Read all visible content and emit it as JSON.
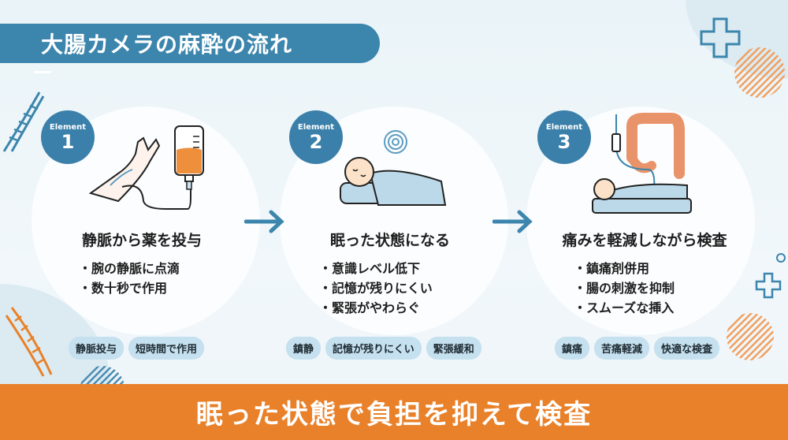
{
  "title": "大腸カメラの麻酔の流れ",
  "steps": [
    {
      "badge_label": "Element",
      "badge_number": "1",
      "title": "静脈から薬を投与",
      "bullets": [
        "腕の静脈に点滴",
        "数十秒で作用"
      ],
      "tags": [
        "静脈投与",
        "短時間で作用"
      ]
    },
    {
      "badge_label": "Element",
      "badge_number": "2",
      "title": "眠った状態になる",
      "bullets": [
        "意識レベル低下",
        "記憶が残りにくい",
        "緊張がやわらぐ"
      ],
      "tags": [
        "鎮静",
        "記憶が残りにくい",
        "緊張緩和"
      ]
    },
    {
      "badge_label": "Element",
      "badge_number": "3",
      "title": "痛みを軽減しながら検査",
      "bullets": [
        "鎮痛剤併用",
        "腸の刺激を抑制",
        "スムーズな挿入"
      ],
      "tags": [
        "鎮痛",
        "苦痛軽減",
        "快適な検査"
      ]
    }
  ],
  "banner": "眠った状態で負担を抑えて検査",
  "colors": {
    "primary": "#3c85ad",
    "accent": "#e8812a",
    "tag_bg": "#c5e0ee"
  }
}
